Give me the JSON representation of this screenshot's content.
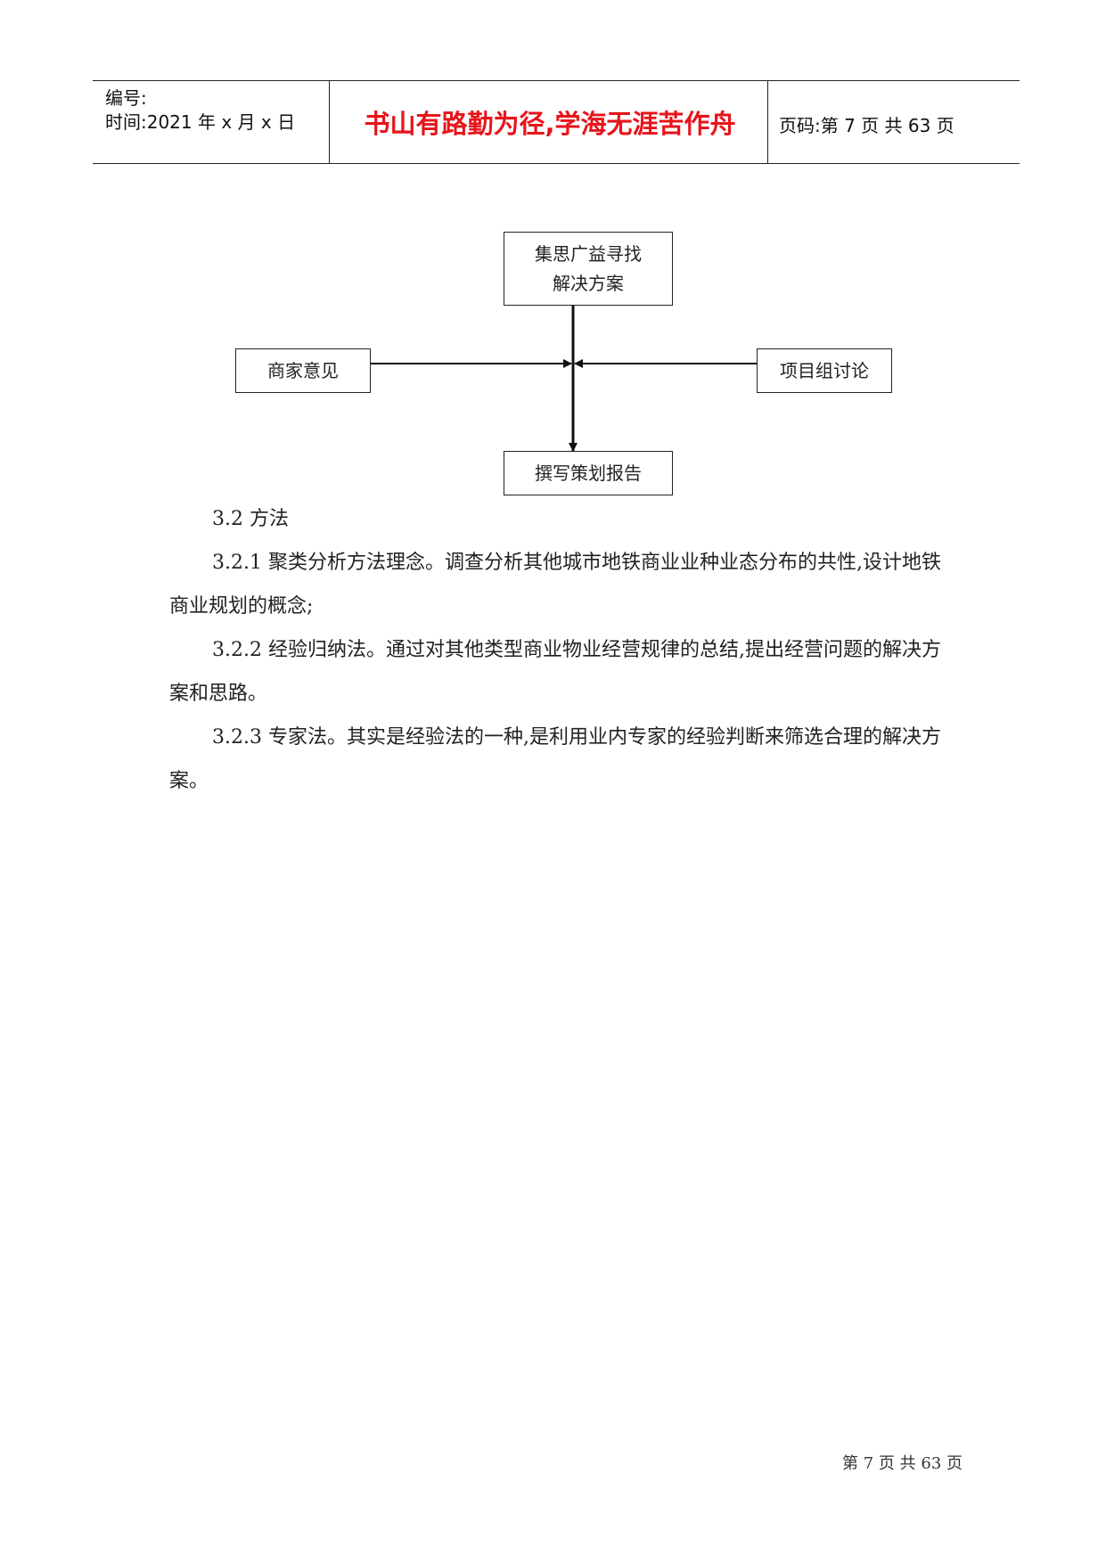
{
  "header": {
    "number_label": "编号:",
    "time_label": "时间:2021 年 x 月 x 日",
    "motto": "书山有路勤为径,学海无涯苦作舟",
    "page_label": "页码:第 7 页  共 63 页"
  },
  "diagram": {
    "top_box": [
      "集思广益寻找",
      "解决方案"
    ],
    "left_box": "商家意见",
    "right_box": "项目组讨论",
    "bottom_box": "撰写策划报告"
  },
  "body": {
    "section_title": "3.2 方法",
    "paragraphs": [
      "3.2.1 聚类分析方法理念。调查分析其他城市地铁商业业种业态分布的共性,设计地铁商业规划的概念;",
      "3.2.2 经验归纳法。通过对其他类型商业物业经营规律的总结,提出经营问题的解决方案和思路。",
      "3.2.3 专家法。其实是经验法的一种,是利用业内专家的经验判断来筛选合理的解决方案。"
    ]
  },
  "footer": {
    "page_text": "第 7 页 共 63 页"
  }
}
